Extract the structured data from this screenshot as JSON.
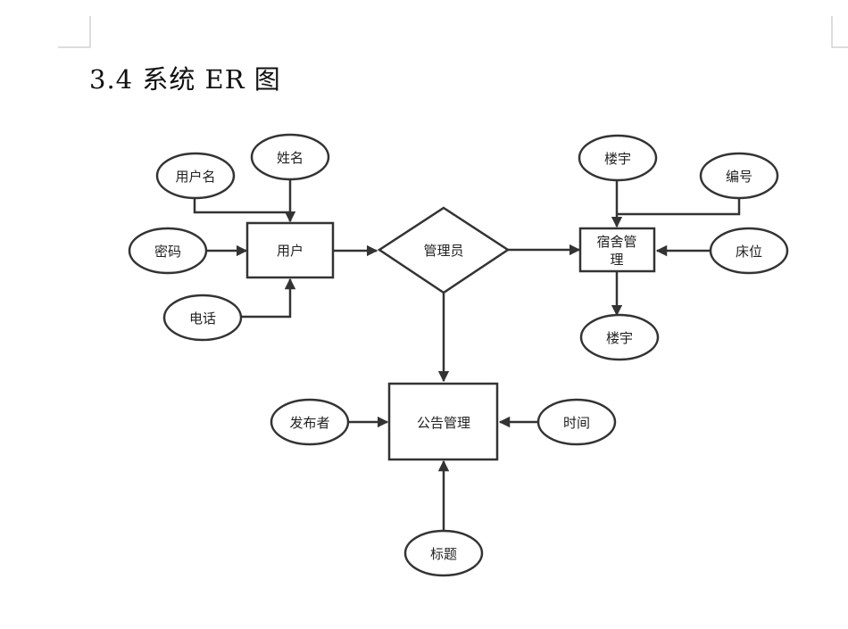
{
  "heading": "3.4 系统 ER 图",
  "entities": {
    "user": "用户",
    "admin": "管理员",
    "dorm_line1": "宿舍管",
    "dorm_line2": "理",
    "notice": "公告管理"
  },
  "attributes": {
    "username": "用户名",
    "name": "姓名",
    "password": "密码",
    "phone": "电话",
    "building_top": "楼宇",
    "number": "编号",
    "bed": "床位",
    "building_bottom": "楼宇",
    "publisher": "发布者",
    "time": "时间",
    "title": "标题"
  }
}
